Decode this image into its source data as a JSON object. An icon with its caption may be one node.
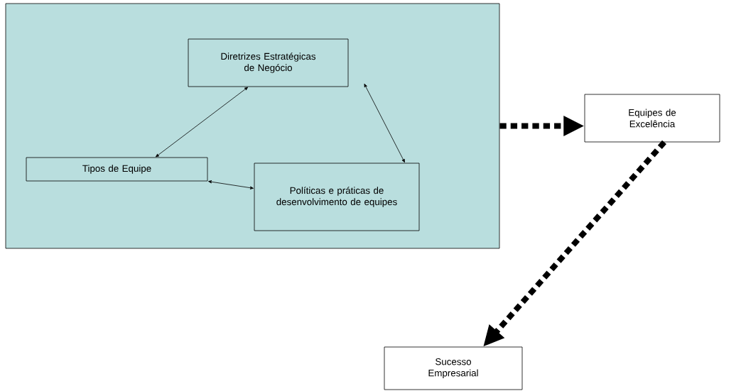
{
  "diagram": {
    "nodes": [
      {
        "text": [],
        "shape": "box"
      },
      {
        "text": [
          "Diretrizes Estratégicas de Negócio"
        ],
        "in": 0
      },
      {
        "text": [
          "Tipos de Equipe"
        ],
        "in": 0
      },
      {
        "text": [
          "Políticas e práticas de desenvolvimento de equipes"
        ],
        "in": 0
      },
      {
        "text": [
          "Equipes de Excelência"
        ]
      },
      {
        "text": [
          "Sucesso Empresarial"
        ]
      }
    ],
    "edges": [
      {
        "from": 2,
        "to": 1,
        "arrow": "both"
      },
      {
        "from": 1,
        "to": 3,
        "arrow": "both"
      },
      {
        "from": 2,
        "to": 3,
        "arrow": "both"
      },
      {
        "from": 0,
        "to": 4,
        "arrow": "to",
        "style": "dashed"
      },
      {
        "from": 4,
        "to": 5,
        "arrow": "to",
        "style": "dashed"
      }
    ]
  }
}
